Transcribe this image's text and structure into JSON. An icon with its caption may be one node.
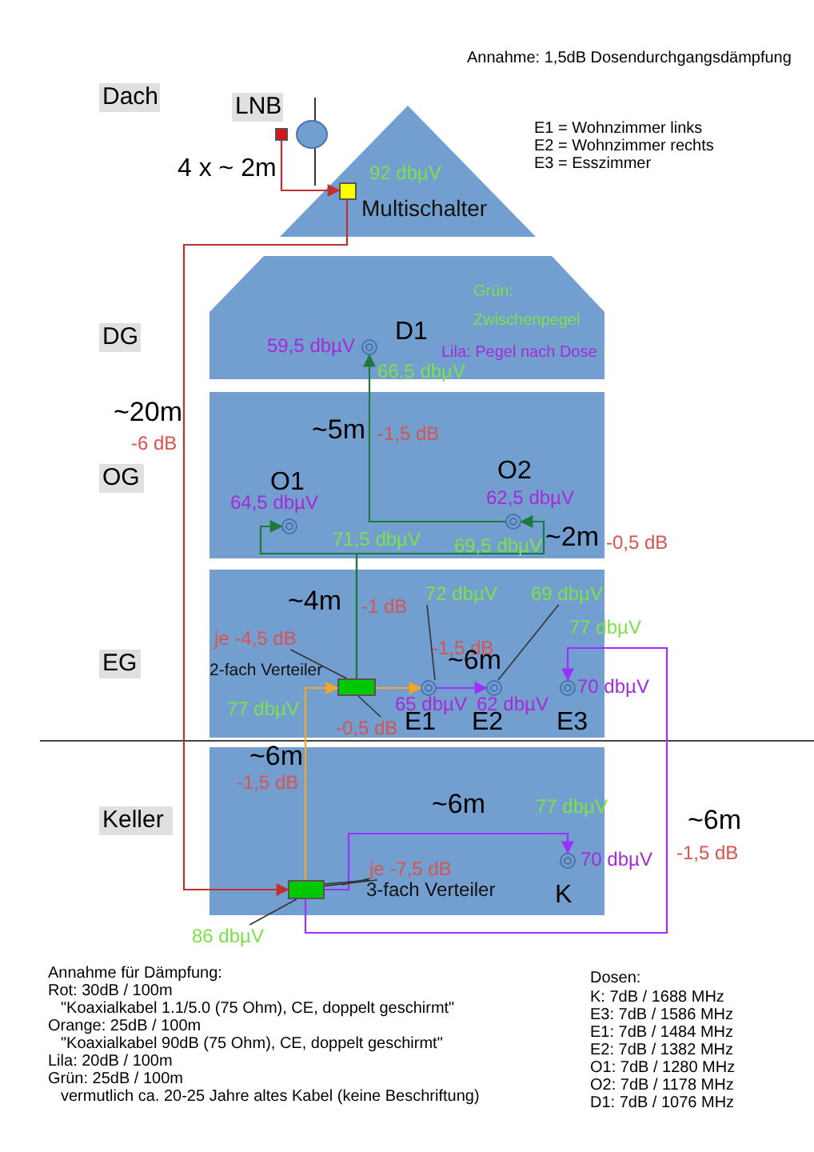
{
  "diagram": {
    "nodes": [
      {
        "text": [
          "Dach"
        ]
      },
      {
        "text": [],
        "shape": "triangle"
      },
      {
        "text": [
          "LNB"
        ]
      },
      {
        "text": [],
        "shape": "circle"
      },
      {
        "text": [],
        "shape": "box"
      },
      {
        "text": [
          "Multischalter"
        ],
        "beside": [
          "92 dbµV"
        ],
        "in": 1
      },
      {
        "text": [
          "DG"
        ]
      },
      {
        "text": [],
        "shape": "box"
      },
      {
        "text": [
          "D1"
        ],
        "beside": [
          "59,5 dbµV",
          "66,5 dbµV"
        ],
        "in": 7
      },
      {
        "text": [
          "OG"
        ]
      },
      {
        "text": [],
        "shape": "box"
      },
      {
        "text": [
          "O1"
        ],
        "beside": [
          "64,5 dbµV",
          "71,5 dbµV"
        ],
        "in": 10
      },
      {
        "text": [
          "O2"
        ],
        "beside": [
          "62,5 dbµV",
          "69,5 dbµV"
        ],
        "in": 10
      },
      {
        "text": [
          "EG"
        ]
      },
      {
        "text": [],
        "shape": "box"
      },
      {
        "text": [
          "2-fach Verteiler"
        ],
        "beside": [
          "77 dbµV"
        ],
        "in": 14
      },
      {
        "text": [
          "je -4,5 dB"
        ],
        "in": 14
      },
      {
        "text": [
          "-0,5 dB"
        ],
        "in": 14
      },
      {
        "text": [
          "E1"
        ],
        "beside": [
          "65 dbµV"
        ],
        "in": 14
      },
      {
        "text": [
          "72 dbµV"
        ],
        "in": 14
      },
      {
        "text": [
          "E2"
        ],
        "beside": [
          "62 dbµV"
        ],
        "in": 14
      },
      {
        "text": [
          "69 dbµV"
        ],
        "in": 14
      },
      {
        "text": [
          "E3"
        ],
        "beside": [
          "70 dbµV"
        ],
        "in": 14
      },
      {
        "text": [
          "Keller"
        ]
      },
      {
        "text": [],
        "shape": "box"
      },
      {
        "text": [
          "3-fach Verteiler"
        ],
        "in": 24
      },
      {
        "text": [
          "je -7,5 dB"
        ],
        "in": 24
      },
      {
        "text": [
          "K"
        ],
        "beside": [
          "70 dbµV",
          "77 dbµV"
        ],
        "in": 24
      },
      {
        "text": [
          "86 dbµV"
        ]
      }
    ],
    "edges": [
      {
        "from": 4,
        "to": 5,
        "arrow": "to",
        "color": "#c0302e"
      },
      {
        "from": 5,
        "to": 25,
        "arrow": "to",
        "color": "#c0302e"
      },
      {
        "from": 25,
        "to": 15,
        "arrow": "to",
        "color": "#f5a623"
      },
      {
        "from": 15,
        "to": 18,
        "arrow": "to",
        "color": "#f5a623"
      },
      {
        "from": 18,
        "to": 20,
        "arrow": "to",
        "color": "#9b30ff"
      },
      {
        "from": 15,
        "to": 11,
        "arrow": "to",
        "color": "#1e7a3a"
      },
      {
        "from": 15,
        "to": 12,
        "arrow": "to",
        "color": "#1e7a3a"
      },
      {
        "from": 12,
        "to": 8,
        "arrow": "to",
        "color": "#1e7a3a"
      },
      {
        "from": 25,
        "to": 22,
        "arrow": "to",
        "color": "#9b30ff"
      },
      {
        "from": 25,
        "to": 27,
        "arrow": "to",
        "color": "#9b30ff"
      },
      {
        "from": 16,
        "to": 15,
        "arrow": "none"
      },
      {
        "from": 17,
        "to": 15,
        "arrow": "none"
      },
      {
        "from": 19,
        "to": 18,
        "arrow": "none"
      },
      {
        "from": 21,
        "to": 20,
        "arrow": "none"
      },
      {
        "from": 26,
        "to": 25,
        "arrow": "none"
      },
      {
        "from": 26,
        "to": null,
        "arrow": "none"
      },
      {
        "from": 26,
        "to": 25,
        "arrow": "none"
      },
      {
        "from": 28,
        "to": 25,
        "arrow": "none"
      }
    ],
    "labels": [
      "Annahme: 1,5dB Dosendurchgangsdämpfung",
      "E1 = Wohnzimmer links",
      "E2 = Wohnzimmer rechts",
      "E3 = Esszimmer",
      "4 x ~ 2m",
      "Grün: Zwischenpegel",
      "Lila: Pegel nach Dose",
      "~20m",
      "-6 dB",
      "~5m",
      "-1,5 dB",
      "~2m",
      "-0,5 dB",
      "~4m",
      "-1 dB",
      "-1,5 dB",
      "~6m",
      "77 dbµV",
      "~6m",
      "-1,5 dB",
      "~6m",
      "~6m",
      "-1,5 dB",
      "Annahme für Dämpfung:",
      "Rot: 30dB / 100m",
      "\"Koaxialkabel 1.1/5.0 (75 Ohm), CE, doppelt geschirmt\"",
      "Orange: 25dB / 100m",
      "\"Koaxialkabel 90dB (75 Ohm), CE, doppelt geschirmt\"",
      "Lila: 20dB / 100m",
      "Grün: 25dB / 100m",
      "vermutlich ca. 20-25 Jahre altes Kabel (keine Beschriftung)",
      "Dosen:",
      "K: 7dB / 1688 MHz",
      "E3: 7dB / 1586 MHz",
      "E1: 7dB / 1484 MHz",
      "E2: 7dB / 1382 MHz",
      "O1: 7dB / 1280 MHz",
      "O2: 7dB / 1178 MHz",
      "D1: 7dB / 1076 MHz"
    ]
  }
}
